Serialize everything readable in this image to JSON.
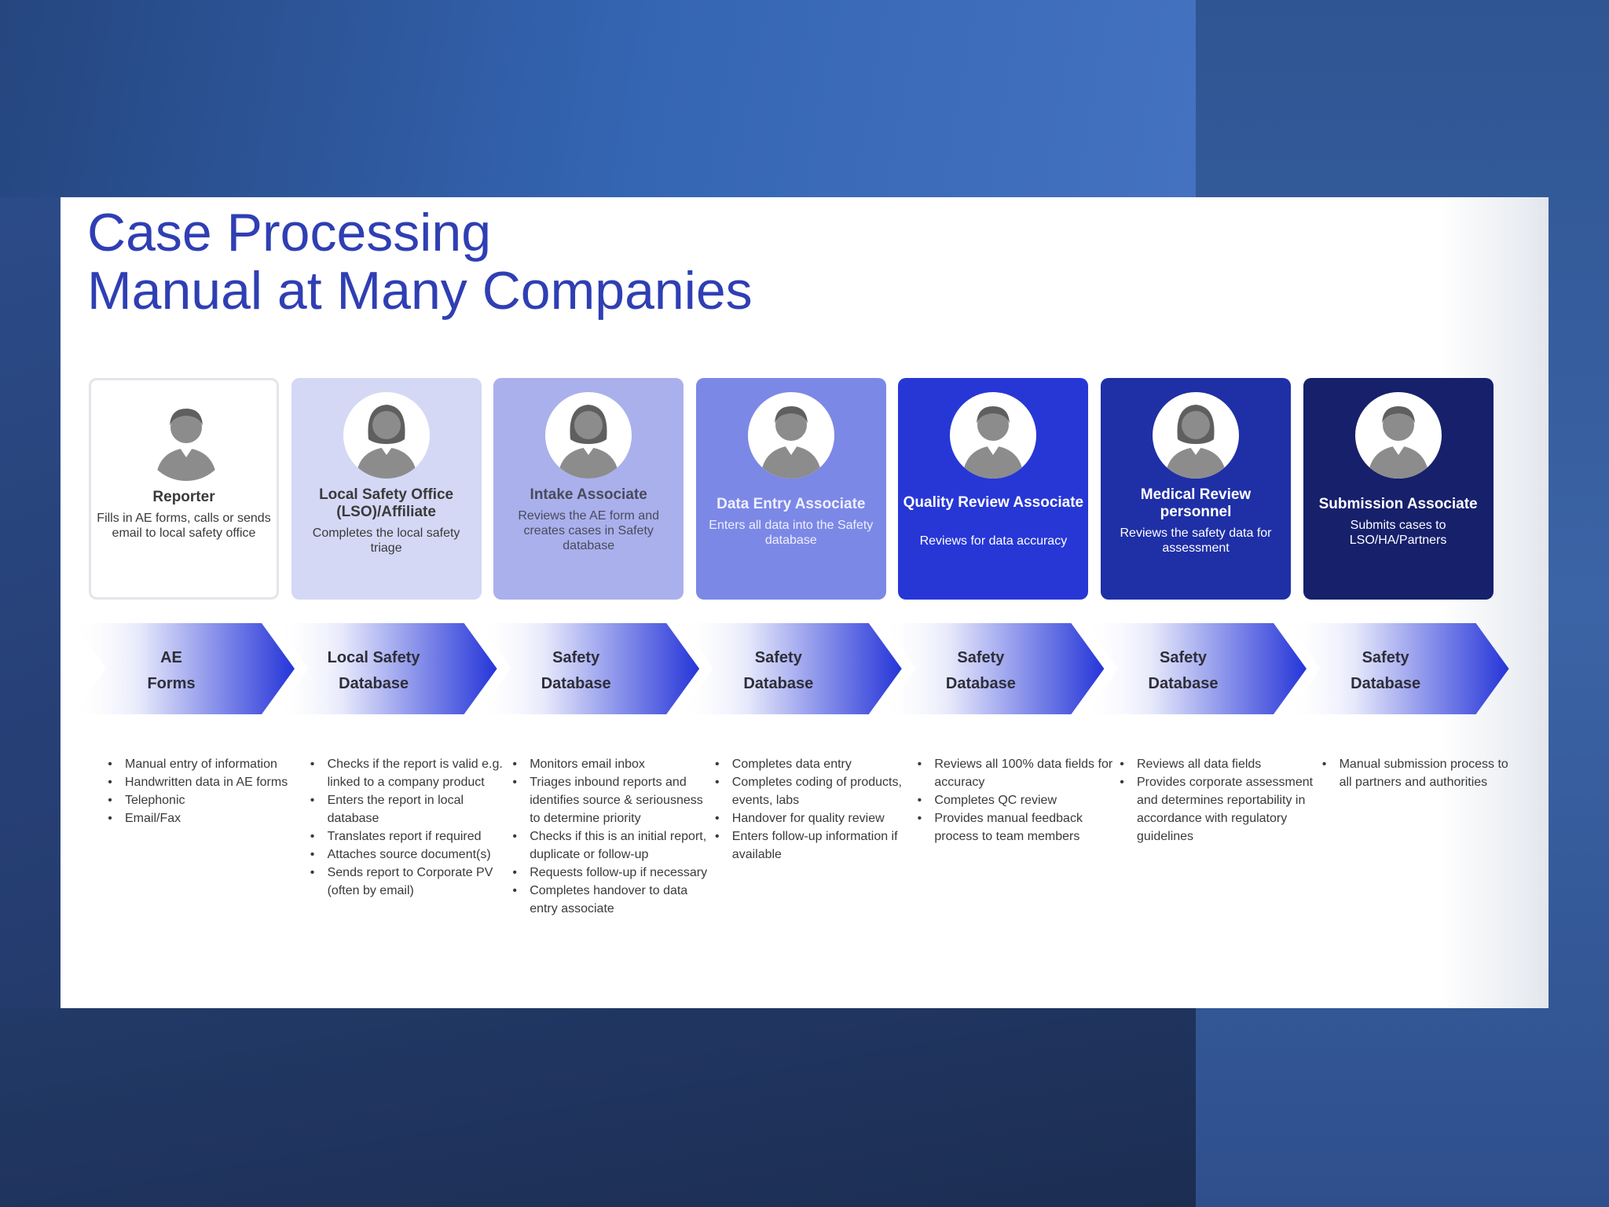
{
  "title": {
    "line1": "Case Processing",
    "line2": "Manual at Many Companies"
  },
  "cards": [
    {
      "title": "Reporter",
      "desc": "Fills in AE forms, calls or sends email to local safety office",
      "bg": "#ffffff",
      "text_color": "#3a3a3a",
      "icon": "male-user-icon"
    },
    {
      "title": "Local Safety Office (LSO)/Affiliate",
      "desc": "Completes the local safety triage",
      "bg": "#d4d8f5",
      "text_color": "#3a3a3a",
      "icon": "female-user-icon"
    },
    {
      "title": "Intake Associate",
      "desc": "Reviews the AE form and creates cases in Safety database",
      "bg": "#a9b0ec",
      "text_color": "#4a4a5a",
      "icon": "female-user-icon"
    },
    {
      "title": "Data Entry Associate",
      "desc": "Enters all data into the Safety database",
      "bg": "#7c88e6",
      "text_color": "#eef0ff",
      "icon": "male-user-icon"
    },
    {
      "title": "Quality Review Associate",
      "desc": "Reviews for data accuracy",
      "bg": "#2737d6",
      "text_color": "#ffffff",
      "icon": "male-user-icon"
    },
    {
      "title": "Medical Review personnel",
      "desc": "Reviews the safety data for assessment",
      "bg": "#1f2fa6",
      "text_color": "#ffffff",
      "icon": "female-user-icon"
    },
    {
      "title": "Submission Associate",
      "desc": "Submits cases to LSO/HA/Partners",
      "bg": "#16206b",
      "text_color": "#ffffff",
      "icon": "male-user-icon"
    }
  ],
  "chevrons": [
    {
      "line1": "AE",
      "line2": "Forms"
    },
    {
      "line1": "Local Safety",
      "line2": "Database"
    },
    {
      "line1": "Safety",
      "line2": "Database"
    },
    {
      "line1": "Safety",
      "line2": "Database"
    },
    {
      "line1": "Safety",
      "line2": "Database"
    },
    {
      "line1": "Safety",
      "line2": "Database"
    },
    {
      "line1": "Safety",
      "line2": "Database"
    }
  ],
  "bullets": [
    [
      "Manual entry of information",
      "Handwritten data in AE forms",
      "Telephonic",
      "Email/Fax"
    ],
    [
      "Checks if the report is valid e.g. linked to a company product",
      "Enters the report in local database",
      "Translates report if required",
      "Attaches source document(s)",
      "Sends report to Corporate PV (often by email)"
    ],
    [
      "Monitors email inbox",
      "Triages inbound reports and identifies source & seriousness to determine priority",
      "Checks if this is an initial report, duplicate or follow-up",
      "Requests follow-up if necessary",
      "Completes handover to data entry associate"
    ],
    [
      "Completes data entry",
      "Completes coding of products, events, labs",
      "Handover for quality review",
      "Enters follow-up information if available"
    ],
    [
      "Reviews all 100% data fields for accuracy",
      "Completes QC review",
      "Provides manual feedback process to team members"
    ],
    [
      "Reviews all data fields",
      "Provides corporate assessment and determines reportability in accordance with regulatory guidelines"
    ],
    [
      "Manual submission process to all partners and authorities"
    ]
  ]
}
